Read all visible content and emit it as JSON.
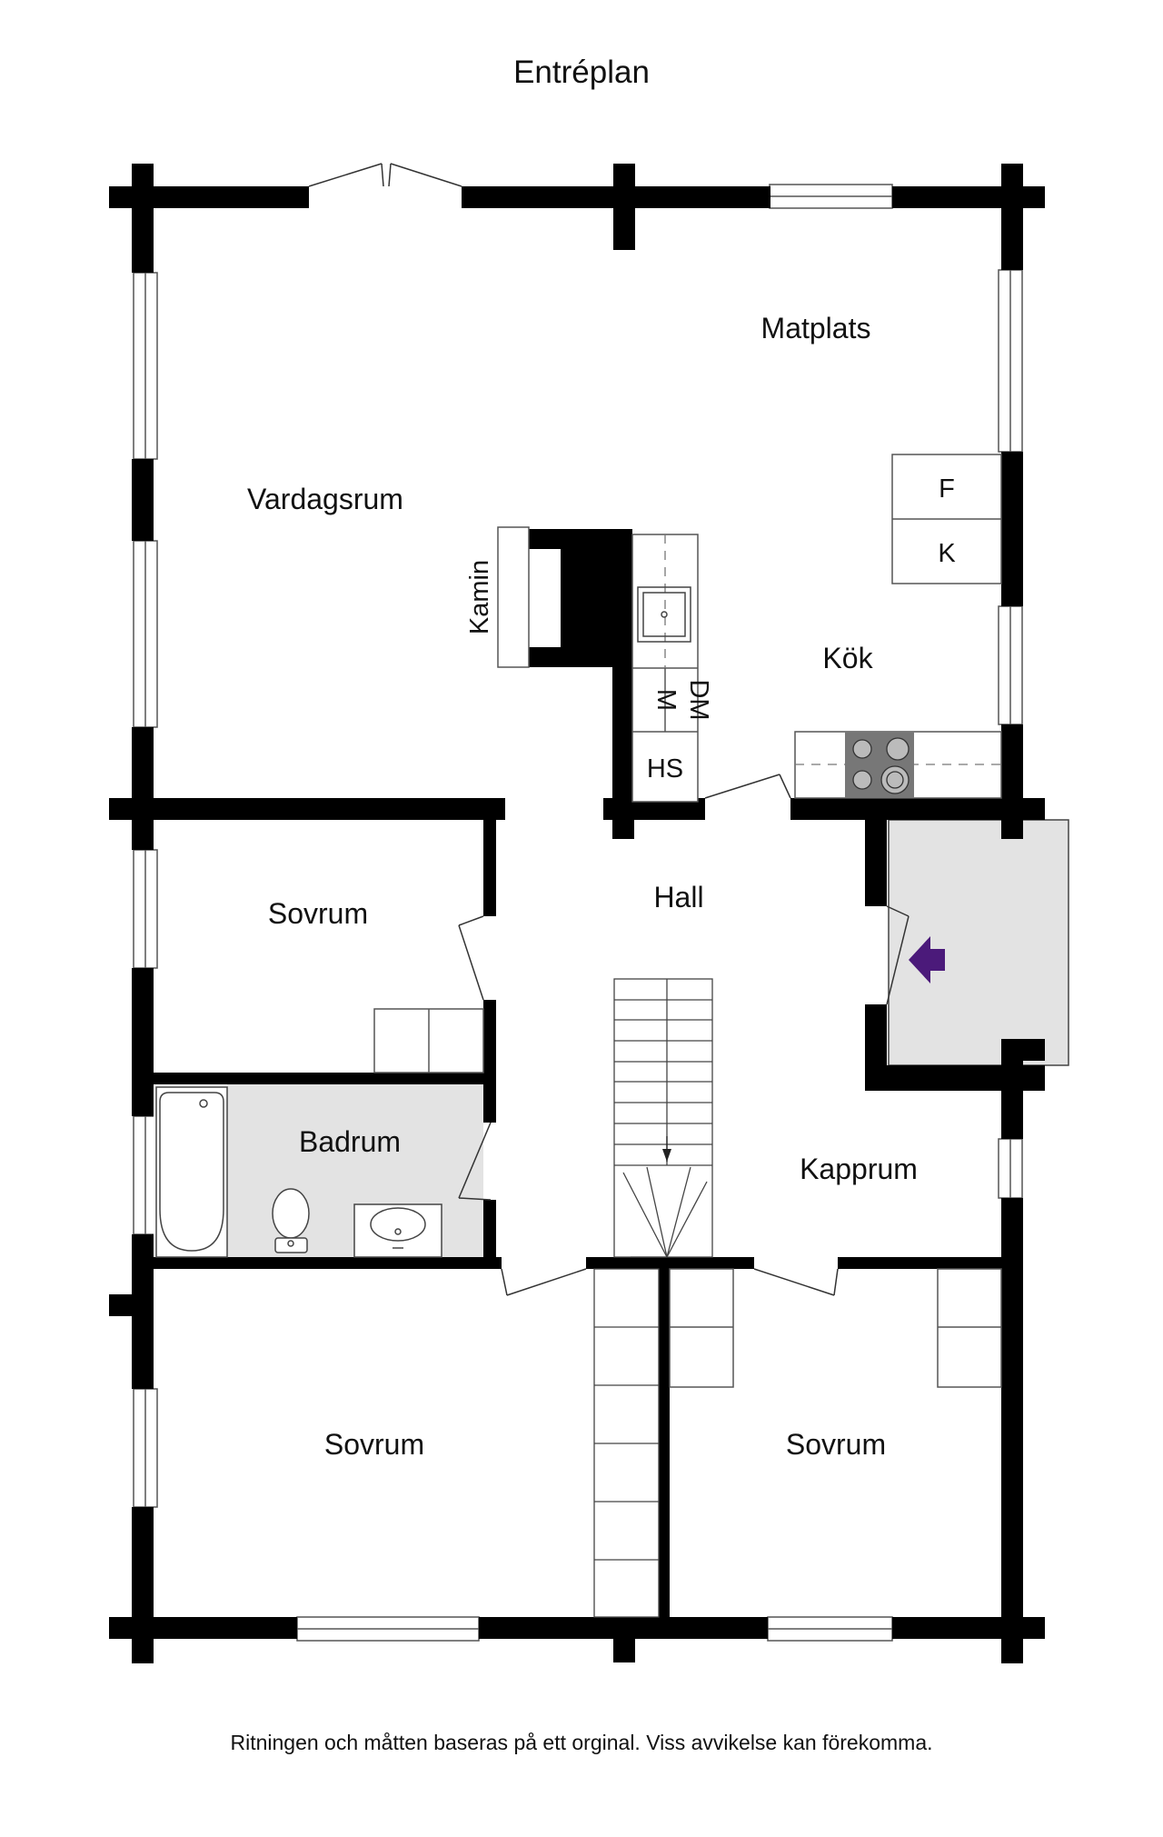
{
  "title": "Entréplan",
  "footer": "Ritningen och måtten baseras på ett orginal. Viss avvikelse kan förekomma.",
  "rooms": {
    "vardagsrum": "Vardagsrum",
    "matplats": "Matplats",
    "kok": "Kök",
    "kamin": "Kamin",
    "sovrum_1": "Sovrum",
    "hall": "Hall",
    "badrum": "Badrum",
    "kapprum": "Kapprum",
    "sovrum_2": "Sovrum",
    "sovrum_3": "Sovrum"
  },
  "fixtures": {
    "fridge": "F",
    "freezer": "K",
    "microwave": "M",
    "dishwasher": "DM",
    "tall_cabinet": "HS"
  },
  "colors": {
    "wall": "#000000",
    "wet_room": "#e3e3e3",
    "entry_arrow": "#4b1a7a"
  },
  "icons": {
    "entrance": "entrance-arrow-icon",
    "stairs_direction": "stairs-down-arrow-icon"
  }
}
